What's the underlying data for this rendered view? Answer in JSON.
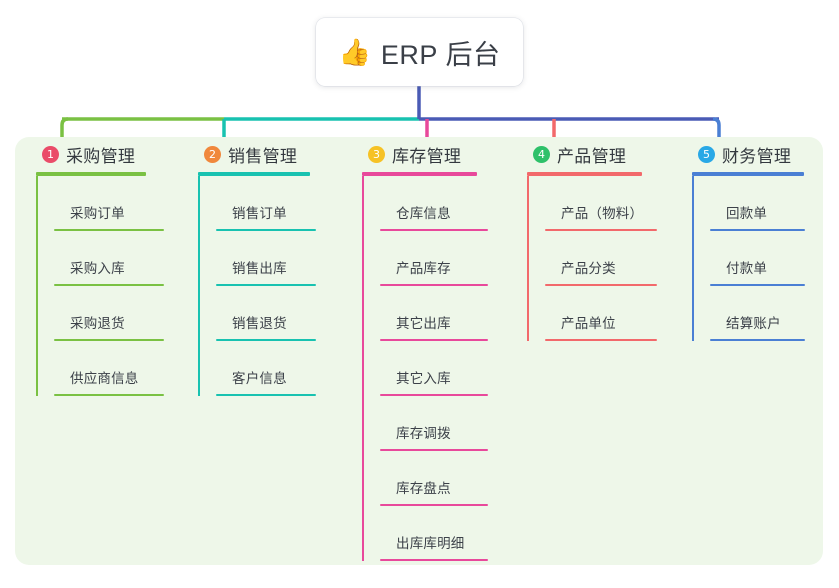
{
  "diagram": {
    "type": "mindmap-tree",
    "root": {
      "icon": "thumbs-up-icon",
      "emoji": "👍",
      "label": "ERP 后台"
    },
    "panel_background": "#eef7e9",
    "trunk_color": "#4a5bb5",
    "branches": [
      {
        "number": "1",
        "title": "采购管理",
        "color": "#7ac143",
        "badge_color": "#ea4c69",
        "items": [
          "采购订单",
          "采购入库",
          "采购退货",
          "供应商信息"
        ]
      },
      {
        "number": "2",
        "title": "销售管理",
        "color": "#18c2b0",
        "badge_color": "#f0883c",
        "items": [
          "销售订单",
          "销售出库",
          "销售退货",
          "客户信息"
        ]
      },
      {
        "number": "3",
        "title": "库存管理",
        "color": "#e8499b",
        "badge_color": "#f6c225",
        "items": [
          "仓库信息",
          "产品库存",
          "其它出库",
          "其它入库",
          "库存调拨",
          "库存盘点",
          "出库库明细"
        ]
      },
      {
        "number": "4",
        "title": "产品管理",
        "color": "#f2696b",
        "badge_color": "#2ec16a",
        "items": [
          "产品（物料）",
          "产品分类",
          "产品单位"
        ]
      },
      {
        "number": "5",
        "title": "财务管理",
        "color": "#4a7fd4",
        "badge_color": "#29a8e6",
        "items": [
          "回款单",
          "付款单",
          "结算账户"
        ]
      }
    ]
  }
}
